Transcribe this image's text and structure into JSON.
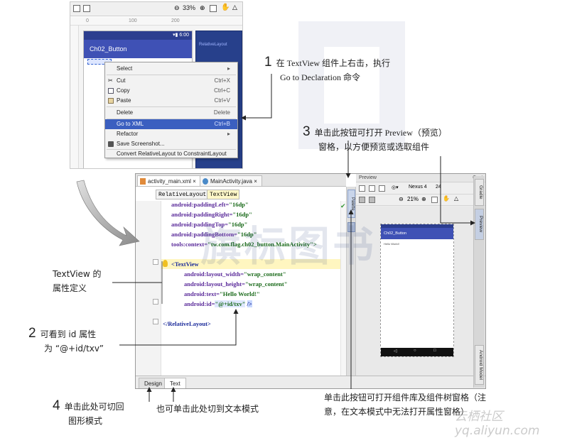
{
  "colors": {
    "accent": "#3f51b5",
    "menu_selection": "#3b5fc0",
    "highlight": "#fff6c0",
    "blueprint": "#27408b"
  },
  "top_screenshot": {
    "zoom": "33%",
    "ruler_ticks": [
      "0",
      "100",
      "200"
    ],
    "status_time": "6:00",
    "app_title": "Ch02_Button",
    "blueprint_label": "RelativeLayout",
    "context_menu": {
      "items": [
        {
          "label": "Select",
          "shortcut": "",
          "submenu": true
        },
        {
          "label": "Cut",
          "shortcut": "Ctrl+X",
          "icon": "scissors-icon"
        },
        {
          "label": "Copy",
          "shortcut": "Ctrl+C",
          "icon": "copy-icon"
        },
        {
          "label": "Paste",
          "shortcut": "Ctrl+V",
          "icon": "paste-icon"
        },
        {
          "label": "Delete",
          "shortcut": "Delete"
        },
        {
          "label": "Go to XML",
          "shortcut": "Ctrl+B",
          "selected": true
        },
        {
          "label": "Refactor",
          "shortcut": "",
          "submenu": true
        },
        {
          "label": "Save Screenshot...",
          "shortcut": "",
          "icon": "camera-icon"
        },
        {
          "label": "Convert RelativeLayout to ConstraintLayout",
          "shortcut": ""
        }
      ]
    }
  },
  "ide": {
    "file_tabs": [
      {
        "label": "activity_main.xml",
        "close": "×",
        "active": true
      },
      {
        "label": "MainActivity.java",
        "close": "×",
        "active": false
      }
    ],
    "breadcrumbs": [
      "RelativeLayout",
      "TextView"
    ],
    "code_lines": [
      {
        "attr": "android:paddingLeft=",
        "value": "\"16dp\""
      },
      {
        "attr": "android:paddingRight=",
        "value": "\"16dp\""
      },
      {
        "attr": "android:paddingTop=",
        "value": "\"16dp\""
      },
      {
        "attr": "android:paddingBottom=",
        "value": "\"16dp\""
      },
      {
        "attr": "tools:context=",
        "value": "\"tw.com.flag.ch02_button.MainActivity\">"
      },
      {
        "attr": "",
        "value": ""
      },
      {
        "tag": "<TextView"
      },
      {
        "attr": "android:layout_width=",
        "value": "\"wrap_content\""
      },
      {
        "attr": "android:layout_height=",
        "value": "\"wrap_content\""
      },
      {
        "attr": "android:text=",
        "value": "\"Hello World!\""
      },
      {
        "attr": "android:id=",
        "value": "\"@+id/txv\"",
        "end": "/>"
      },
      {
        "attr": "",
        "value": ""
      },
      {
        "tag": "</RelativeLayout>"
      }
    ],
    "check_mark": "✔",
    "bottom_tabs": [
      {
        "label": "Design",
        "active": false
      },
      {
        "label": "Text",
        "active": true
      }
    ],
    "side_palette_label": "Palette",
    "preview": {
      "title": "Preview",
      "device": "Nexus 4",
      "api": "24",
      "zoom": "21%",
      "app_title": "Ch02_Button",
      "hello_text": "Hello World!",
      "nav_icons": [
        "◁",
        "○",
        "□"
      ]
    },
    "right_tabs": [
      "Gradle",
      "Preview",
      "Android Model"
    ]
  },
  "annotations": {
    "a1": {
      "num": "1",
      "line1": "在 TextView 组件上右击，执行",
      "line2": "Go to Declaration 命令"
    },
    "a3": {
      "num": "3",
      "line1": "单击此按钮可打开 Preview（预览）",
      "line2": "窗格，以方便预览或选取组件"
    },
    "textview_def": {
      "line1": "TextView 的",
      "line2": "属性定义"
    },
    "a2": {
      "num": "2",
      "line1": "可看到 id 属性",
      "line2": "为 “@+id/txv”"
    },
    "a4": {
      "num": "4",
      "line1": "单击此处可切回",
      "line2": "图形模式"
    },
    "text_mode": "也可单击此处切到文本模式",
    "palette_note": {
      "line1": "单击此按钮可打开组件库及组件树窗格（注",
      "line2": "意，在文本模式中无法打开属性窗格）"
    }
  },
  "watermark": {
    "text": "旗标图书",
    "site": "云栖社区yq.aliyun.com"
  }
}
